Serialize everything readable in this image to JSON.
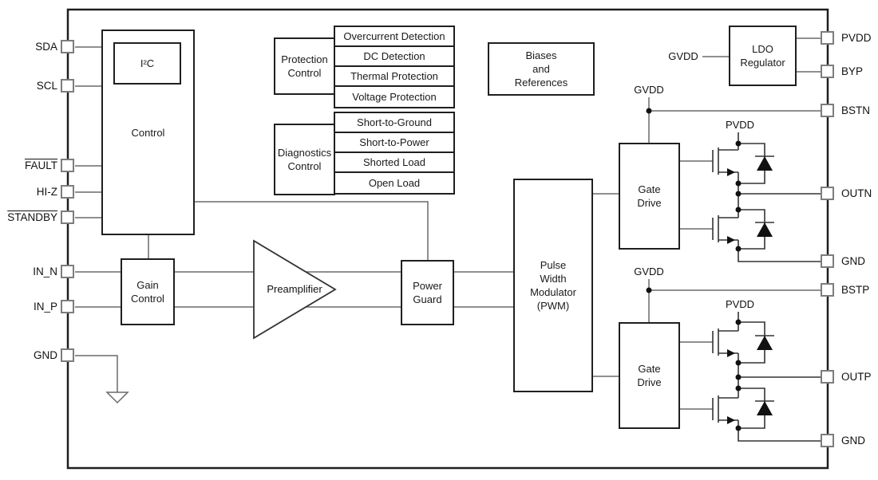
{
  "figure": {
    "type": "ic-functional-block-diagram"
  },
  "pins": {
    "left": [
      {
        "label": "SDA",
        "overline": false
      },
      {
        "label": "SCL",
        "overline": false
      },
      {
        "label": "FAULT",
        "overline": true
      },
      {
        "label": "HI-Z",
        "overline": false
      },
      {
        "label": "STANDBY",
        "overline": true
      },
      {
        "label": "IN_N",
        "overline": false
      },
      {
        "label": "IN_P",
        "overline": false
      },
      {
        "label": "GND",
        "overline": false
      }
    ],
    "right": [
      "PVDD",
      "BYP",
      "BSTN",
      "OUTN",
      "GND",
      "BSTP",
      "OUTP",
      "GND"
    ]
  },
  "blocks": {
    "control": "Control",
    "i2c": "I²C",
    "protection_control": "Protection\nControl",
    "diagnostics_control": "Diagnostics\nControl",
    "biases": "Biases\nand\nReferences",
    "ldo": "LDO\nRegulator",
    "gain": "Gain\nControl",
    "preamplifier": "Preamplifier",
    "power_guard": "Power\nGuard",
    "pwm": "Pulse\nWidth\nModulator\n(PWM)",
    "gate_drive_n": "Gate\nDrive",
    "gate_drive_p": "Gate\nDrive"
  },
  "protection_items": [
    "Overcurrent Detection",
    "DC Detection",
    "Thermal Protection",
    "Voltage Protection"
  ],
  "diagnostics_items": [
    "Short-to-Ground",
    "Short-to-Power",
    "Shorted Load",
    "Open Load"
  ],
  "net_labels": {
    "gvdd_ldo": "GVDD",
    "gvdd_n": "GVDD",
    "gvdd_p": "GVDD",
    "pvdd_n": "PVDD",
    "pvdd_p": "PVDD"
  },
  "colors": {
    "background": "#ffffff",
    "block_border": "#1f1f1f",
    "wire": "#6a6a6a",
    "device": "#333333",
    "pin_border": "#7d7d7d"
  }
}
